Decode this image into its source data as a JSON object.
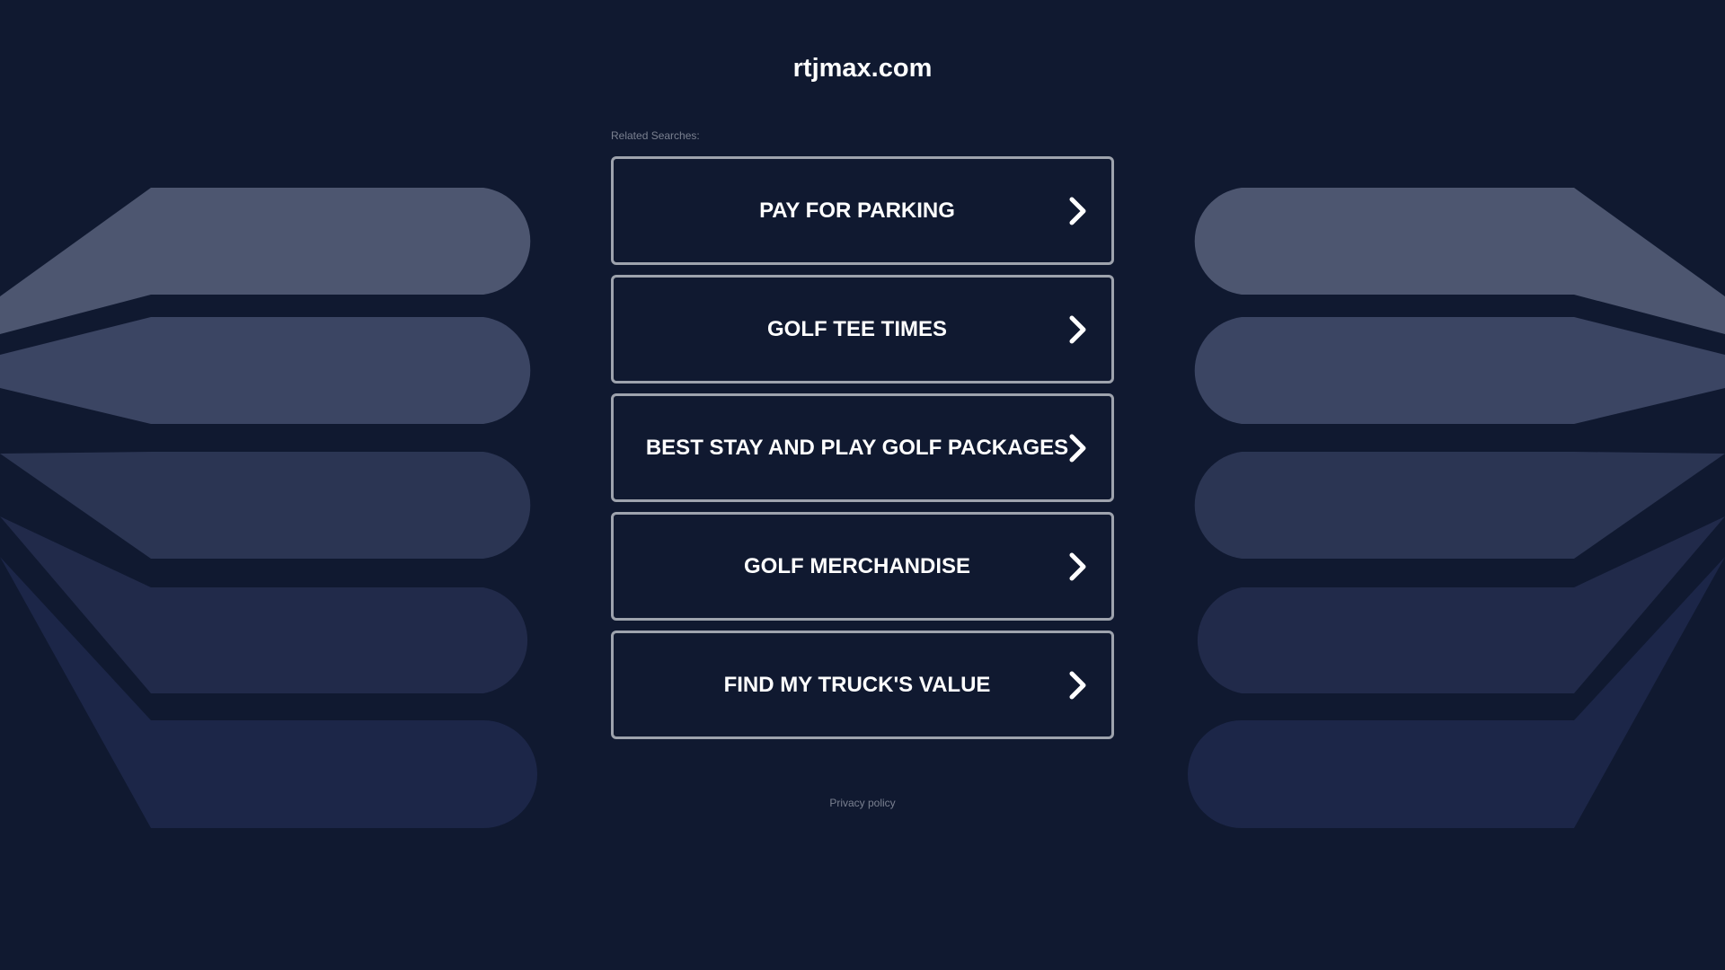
{
  "page": {
    "title": "rtjmax.com",
    "related_label": "Related Searches:",
    "privacy_label": "Privacy policy"
  },
  "results": [
    {
      "label": "PAY FOR PARKING",
      "icon": "chevron-right-icon"
    },
    {
      "label": "GOLF TEE TIMES",
      "icon": "chevron-right-icon"
    },
    {
      "label": "BEST STAY AND PLAY GOLF PACKAGES",
      "icon": "chevron-right-icon"
    },
    {
      "label": "GOLF MERCHANDISE",
      "icon": "chevron-right-icon"
    },
    {
      "label": "FIND MY TRUCK'S VALUE",
      "icon": "chevron-right-icon"
    }
  ],
  "colors": {
    "background": "#101930",
    "text": "#ffffff",
    "muted_text": "#7a8090",
    "button_border": "#9ea3ad",
    "decor_band_1": "#4d5670",
    "decor_band_2": "#3b4563",
    "decor_band_3": "#2b3553",
    "decor_band_4": "#212a4a",
    "decor_band_5": "#1c2648"
  }
}
